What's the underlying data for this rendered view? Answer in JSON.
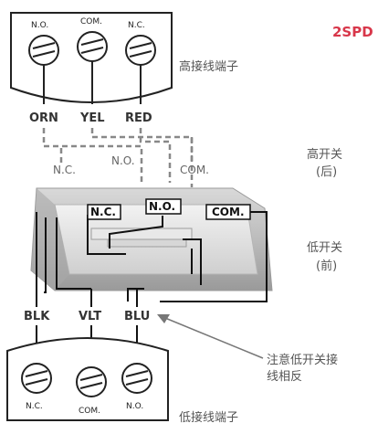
{
  "badge": "2SPD",
  "top_block": {
    "terminals": [
      "N.O.",
      "COM.",
      "N.C."
    ],
    "label": "高接线端子"
  },
  "top_wires": [
    "ORN",
    "YEL",
    "RED"
  ],
  "high_switch": {
    "contacts": [
      "N.C.",
      "N.O.",
      "COM."
    ],
    "label_line1": "高开关",
    "label_line2": "(后)"
  },
  "low_switch": {
    "contacts": [
      "N.C.",
      "N.O.",
      "COM."
    ],
    "label_line1": "低开关",
    "label_line2": "(前)"
  },
  "bottom_wires": [
    "BLK",
    "VLT",
    "BLU"
  ],
  "bottom_block": {
    "terminals": [
      "N.C.",
      "COM.",
      "N.O."
    ],
    "label": "低接线端子"
  },
  "note": {
    "line1": "注意低开关接",
    "line2": "线相反"
  }
}
